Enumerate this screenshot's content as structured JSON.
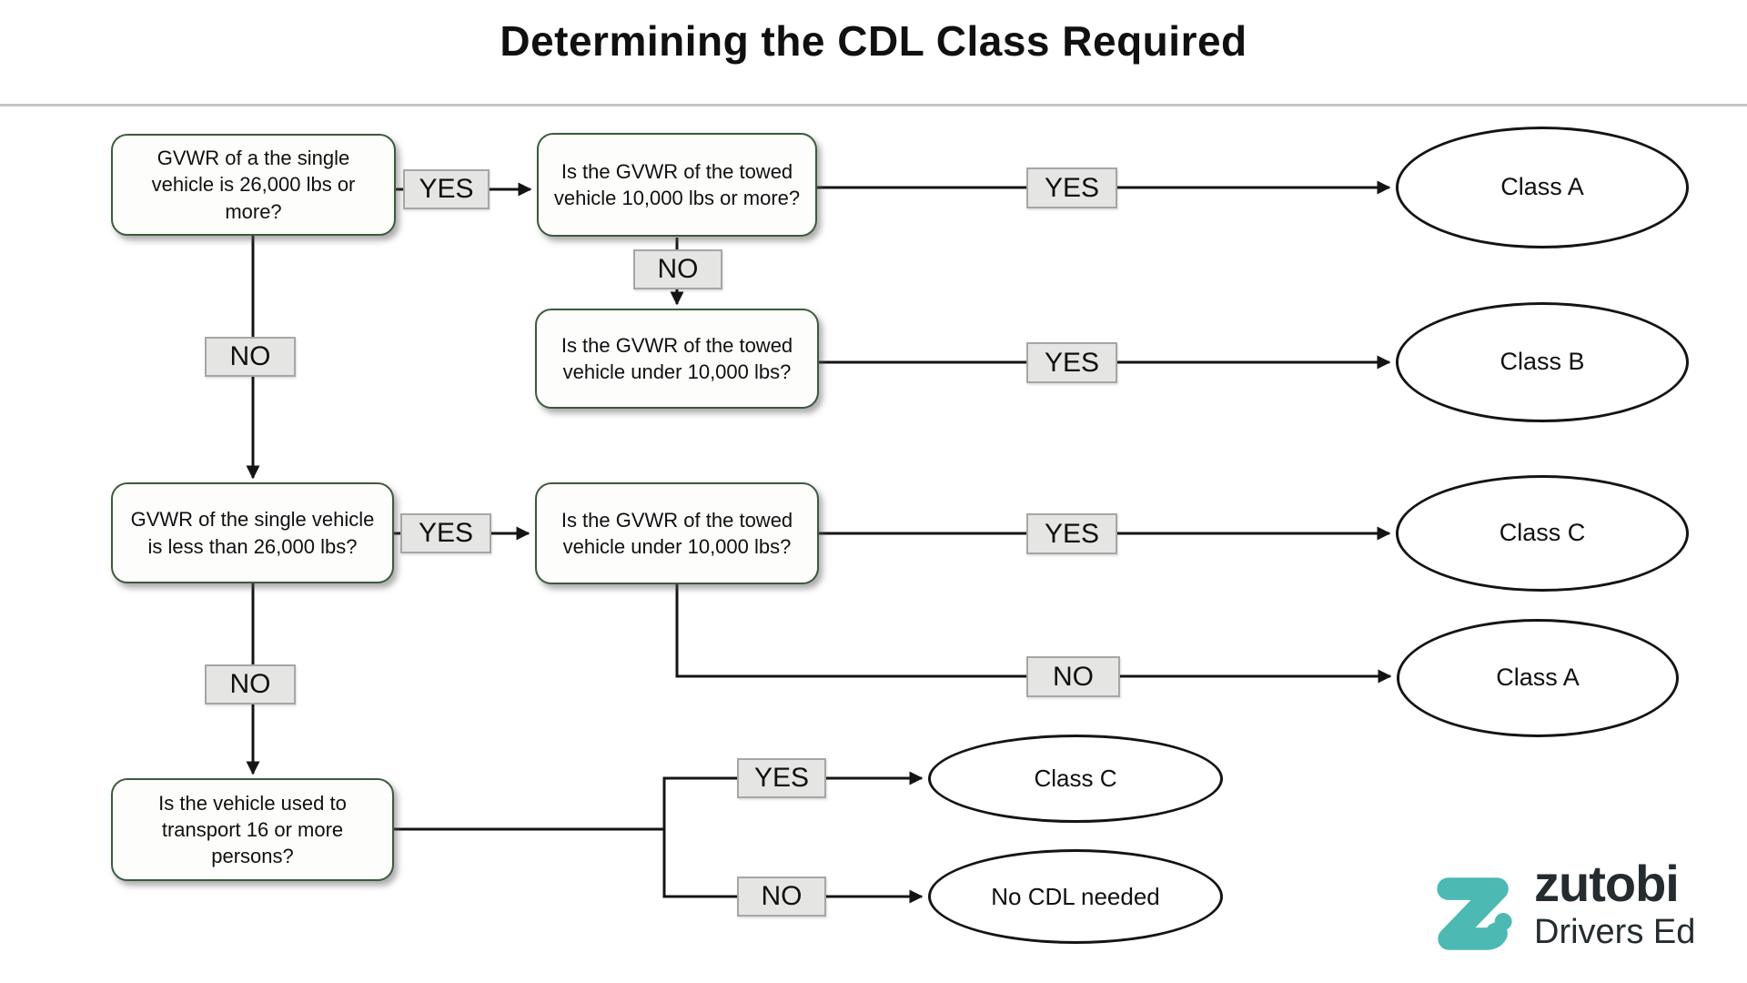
{
  "title": "Determining the CDL Class Required",
  "flowchart": {
    "questions": [
      {
        "id": "q1",
        "text": "GVWR of a the single vehicle is 26,000 lbs or more?"
      },
      {
        "id": "q2",
        "text": "Is the GVWR of the towed vehicle 10,000 lbs or more?"
      },
      {
        "id": "q3",
        "text": "Is the GVWR of the towed vehicle under 10,000 lbs?"
      },
      {
        "id": "q4",
        "text": "GVWR of the single vehicle is less than 26,000 lbs?"
      },
      {
        "id": "q5",
        "text": "Is the GVWR of the towed vehicle under 10,000 lbs?"
      },
      {
        "id": "q6",
        "text": "Is the vehicle used to transport 16 or more persons?"
      }
    ],
    "outcomes": [
      {
        "id": "class-a-top",
        "text": "Class A"
      },
      {
        "id": "class-b",
        "text": "Class B"
      },
      {
        "id": "class-c-right",
        "text": "Class C"
      },
      {
        "id": "class-a-lower",
        "text": "Class A"
      },
      {
        "id": "class-c-bottom",
        "text": "Class C"
      },
      {
        "id": "no-cdl",
        "text": "No CDL needed"
      }
    ],
    "edge_labels": [
      {
        "id": "yes-q1-q2",
        "text": "YES"
      },
      {
        "id": "no-q2-q3",
        "text": "NO"
      },
      {
        "id": "yes-q2-classa",
        "text": "YES"
      },
      {
        "id": "no-q1-q4",
        "text": "NO"
      },
      {
        "id": "yes-q3-classb",
        "text": "YES"
      },
      {
        "id": "yes-q4-q5",
        "text": "YES"
      },
      {
        "id": "yes-q5-classc",
        "text": "YES"
      },
      {
        "id": "no-q5-classa",
        "text": "NO"
      },
      {
        "id": "no-q4-q6",
        "text": "NO"
      },
      {
        "id": "yes-q6-classc",
        "text": "YES"
      },
      {
        "id": "no-q6-nocdl",
        "text": "NO"
      }
    ]
  },
  "logo": {
    "brand": "zutobi",
    "tagline": "Drivers Ed"
  },
  "colors": {
    "box_border": "#3c5a3c",
    "box_fill": "#fdfdfc",
    "label_fill": "#e5e5e3",
    "label_border": "#a6a6a6",
    "line": "#141414",
    "brand_teal": "#4cb9b2",
    "logo_text": "#242c2f"
  }
}
